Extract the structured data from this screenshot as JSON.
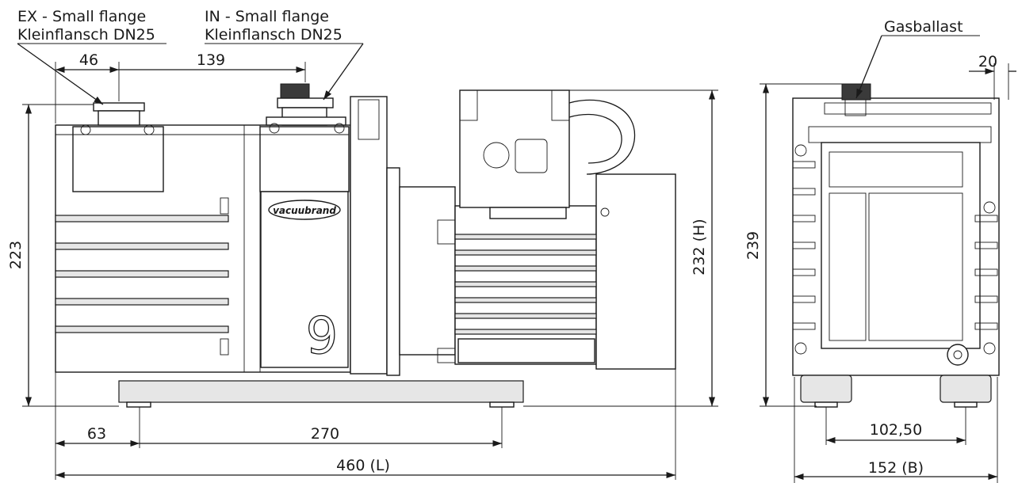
{
  "labels": {
    "ex_flange_line1": "EX - Small flange",
    "ex_flange_line2": "Kleinflansch DN25",
    "in_flange_line1": "IN - Small flange",
    "in_flange_line2": "Kleinflansch DN25",
    "gas_ballast": "Gasballast",
    "brand_logo": "vacuubrand",
    "model_number": "9"
  },
  "dimensions": {
    "flange_offset": "46",
    "flange_spacing": "139",
    "height_side_flange": "223",
    "height_total": "232 (H)",
    "foot_offset": "63",
    "foot_spacing": "270",
    "length_total": "460 (L)",
    "side_height": "239",
    "side_gas_ballast_offset": "20",
    "side_foot_spacing": "102,50",
    "width_total": "152 (B)"
  },
  "colors": {
    "line": "#1a1a1a",
    "background": "#ffffff",
    "plate": "#3a3a3a"
  }
}
